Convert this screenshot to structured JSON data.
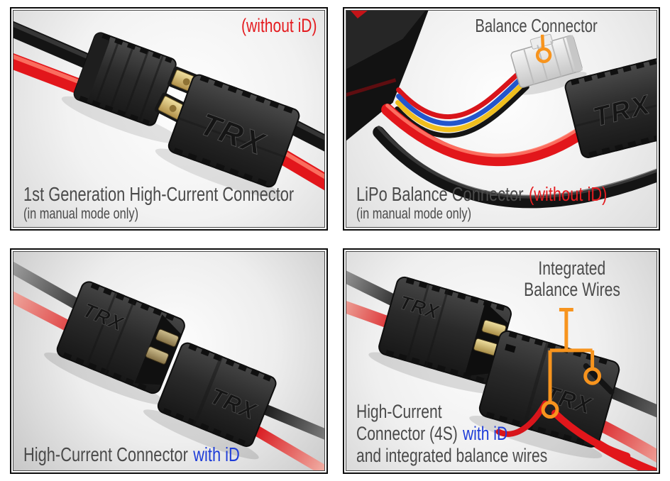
{
  "colors": {
    "accent_red": "#e41c20",
    "accent_blue": "#1e3cd8",
    "accent_orange": "#f7941e",
    "caption_gray": "#4a4a4a"
  },
  "logo": {
    "trx": "TRX"
  },
  "panels": {
    "first_gen": {
      "badge": "(without iD)",
      "title": "1st Generation High-Current Connector",
      "subtitle": "(in manual mode only)"
    },
    "lipo_balance": {
      "callout": "Balance Connector",
      "title": "LiPo Balance Connector",
      "title_suffix": "(without iD)",
      "subtitle": "(in manual mode only)"
    },
    "with_id": {
      "title": "High-Current Connector",
      "title_suffix": "with iD"
    },
    "four_s": {
      "callout_line1": "Integrated",
      "callout_line2": "Balance Wires",
      "line1": "High-Current",
      "line2": "Connector (4S)",
      "line2_suffix": "with iD",
      "line3": "and integrated balance wires"
    }
  }
}
